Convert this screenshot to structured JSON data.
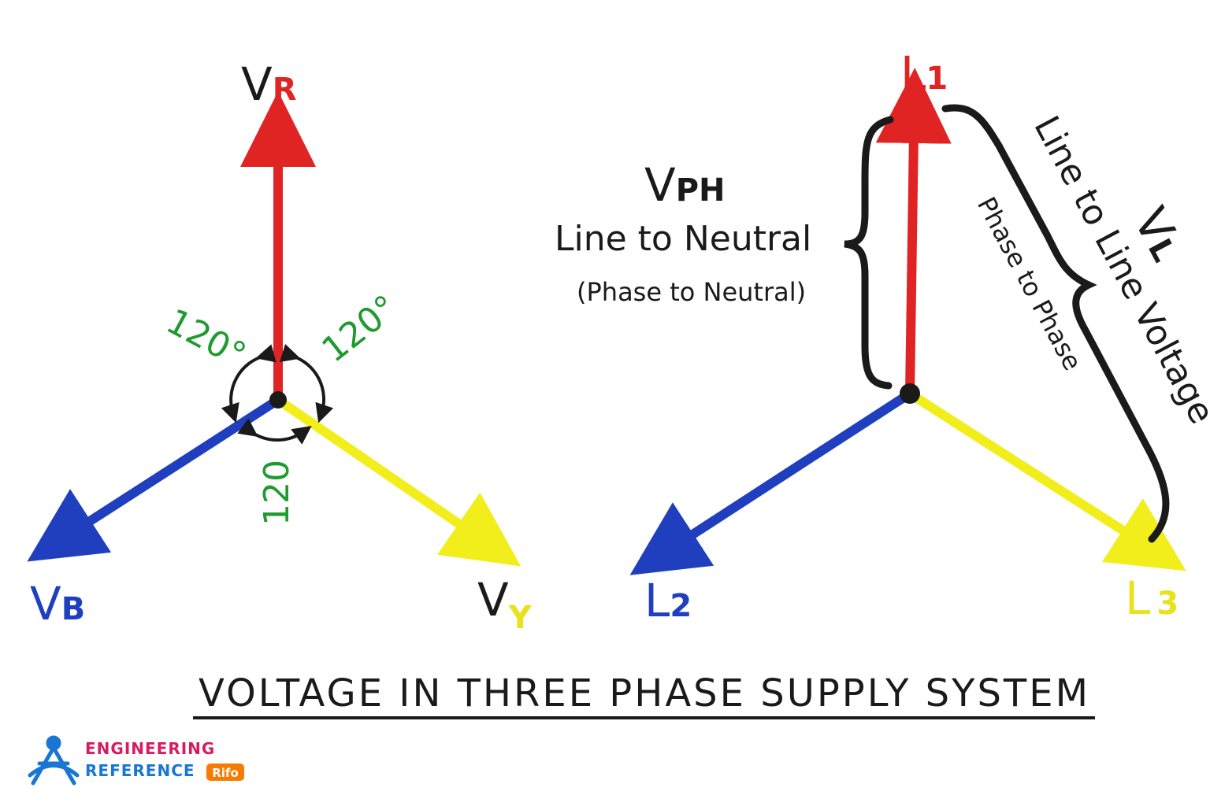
{
  "colors": {
    "red": "#e02424",
    "blue": "#1f3fbf",
    "yellow": "#f2ee1c",
    "green": "#1e9a2f",
    "ink": "#1a1a1a",
    "logo_pink": "#d81b60",
    "logo_blue": "#1976d2",
    "logo_orange": "#f57c00"
  },
  "left_diagram": {
    "v_r": {
      "main": "V",
      "sub": "R"
    },
    "v_b": {
      "main": "V",
      "sub": "B"
    },
    "v_y": {
      "main": "V",
      "sub": "Y"
    },
    "angle_left": "120°",
    "angle_right": "120°",
    "angle_bottom": "120"
  },
  "right_diagram": {
    "l1": {
      "main": "L",
      "sub": "1"
    },
    "l2": {
      "main": "L",
      "sub": "2"
    },
    "l3": {
      "main": "L",
      "sub": "3"
    },
    "vph": {
      "main": "V",
      "sub": "PH"
    },
    "line_to_neutral": "Line to Neutral",
    "phase_to_neutral": "(Phase to Neutral)",
    "vl": {
      "main": "V",
      "sub": "L"
    },
    "line_to_line": "Line to Line Voltage",
    "phase_to_phase": "Phase to Phase"
  },
  "title": "VOLTAGE IN THREE PHASE SUPPLY SYSTEM",
  "logo": {
    "line1": "ENGINEERING",
    "line2": "REFERENCE",
    "badge": "Rifo"
  }
}
